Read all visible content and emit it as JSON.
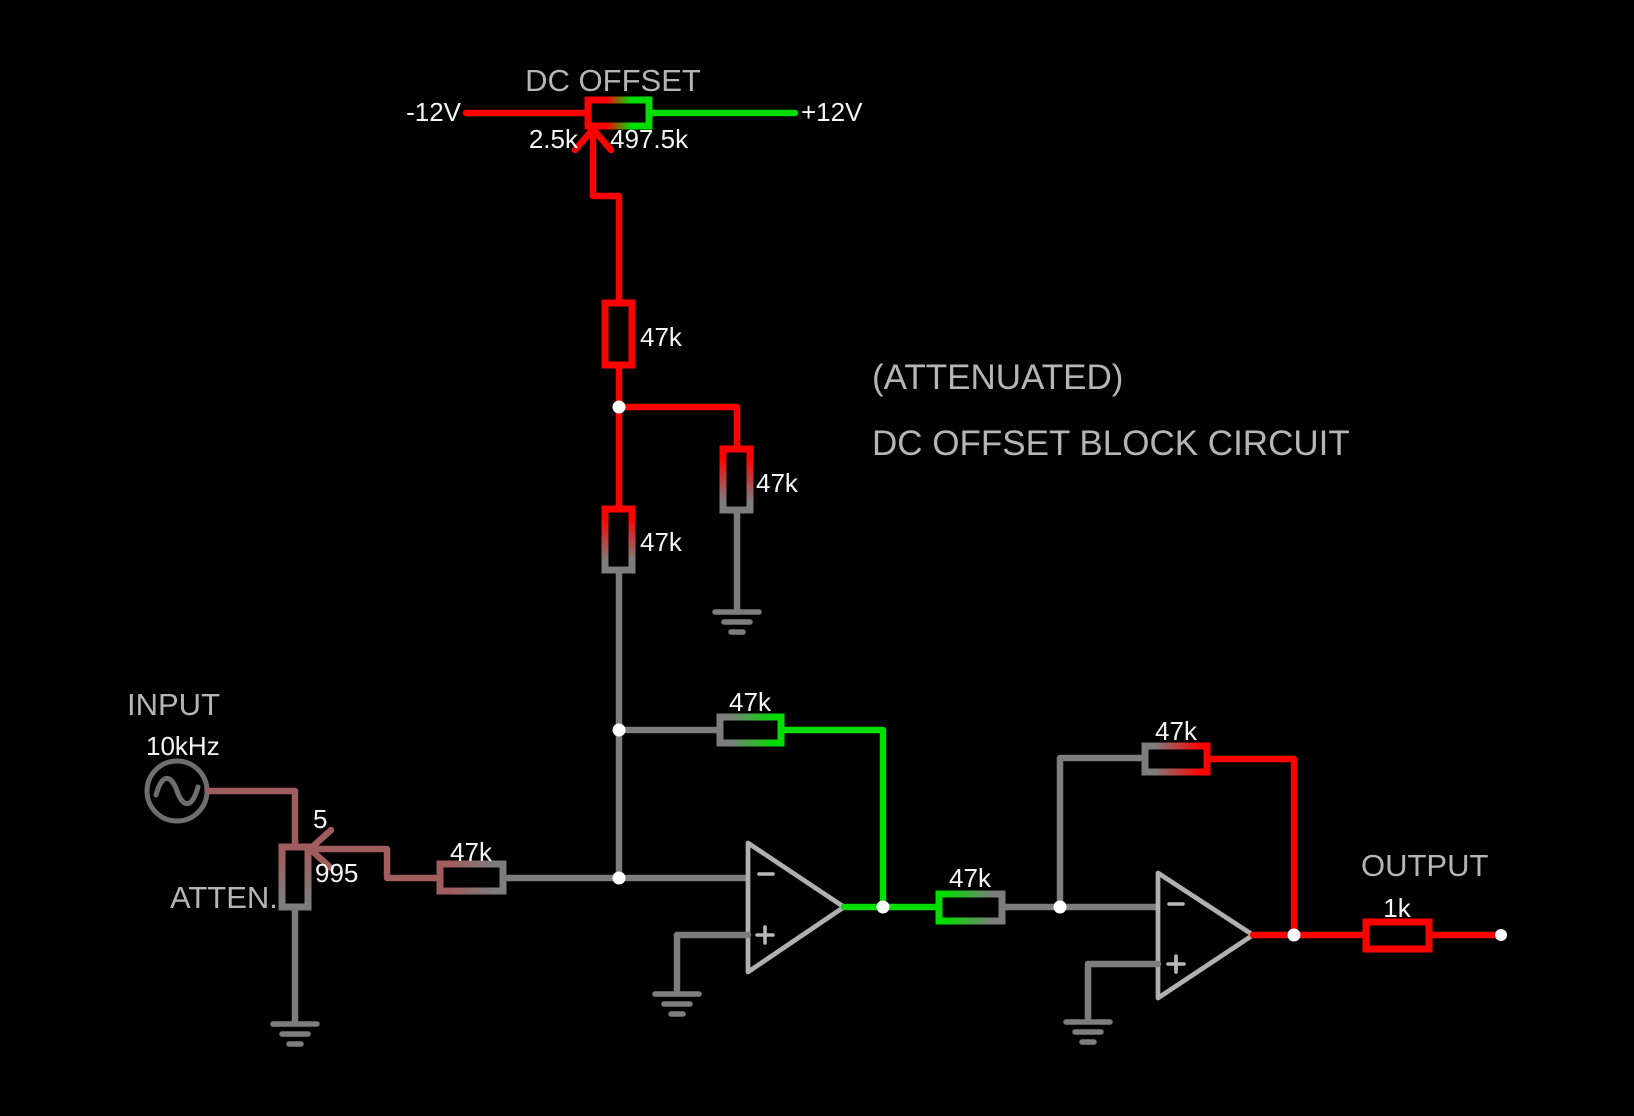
{
  "app": {
    "type": "circuit-simulator-canvas"
  },
  "palette": {
    "background": "#000000",
    "neutral_wire": "#7d7d7d",
    "negative_wire": "#ff0000",
    "positive_wire": "#00dd00",
    "signal_wire": "#a05d5d",
    "opamp_outline": "#b0b0b0",
    "source_outline": "#6e6e6e",
    "junction_dot": "#ffffff",
    "caption_text": "#b5b5b5",
    "value_text": "#f5f5f5"
  },
  "captions": {
    "attenuated_note": "(ATTENUATED)",
    "circuit_note": "DC OFFSET BLOCK CIRCUIT"
  },
  "dc_offset_section": {
    "title": "DC OFFSET",
    "negative_rail_label": "-12V",
    "positive_rail_label": "+12V",
    "wiper_left_resistance": "2.5k",
    "wiper_right_resistance": "497.5k"
  },
  "input_section": {
    "title": "INPUT",
    "source_frequency": "10kHz"
  },
  "attenuator_section": {
    "title": "ATTEN.",
    "wiper_upper_resistance": "5",
    "wiper_lower_resistance": "995"
  },
  "output_section": {
    "title": "OUTPUT",
    "series_resistor_value": "1k"
  },
  "resistor_values": {
    "r1_top_chain": "47k",
    "r2_to_ground": "47k",
    "r3_mid_chain": "47k",
    "r4_offset_feed": "47k",
    "r5_input": "47k",
    "r6_interstage": "47k",
    "r7_feedback": "47k"
  }
}
